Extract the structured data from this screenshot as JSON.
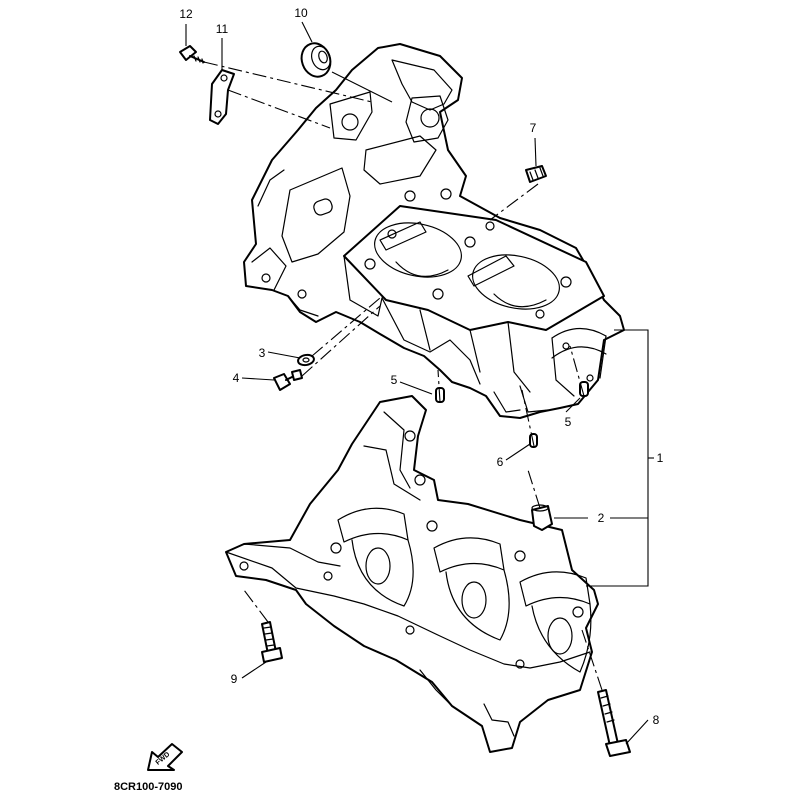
{
  "callouts": {
    "c1": "1",
    "c2": "2",
    "c3": "3",
    "c4": "4",
    "c5a": "5",
    "c5b": "5",
    "c6": "6",
    "c7": "7",
    "c8": "8",
    "c9": "9",
    "c10": "10",
    "c11": "11",
    "c12": "12"
  },
  "direction_arrow": {
    "label": "FWD"
  },
  "diagram_code": "8CR100-7090"
}
